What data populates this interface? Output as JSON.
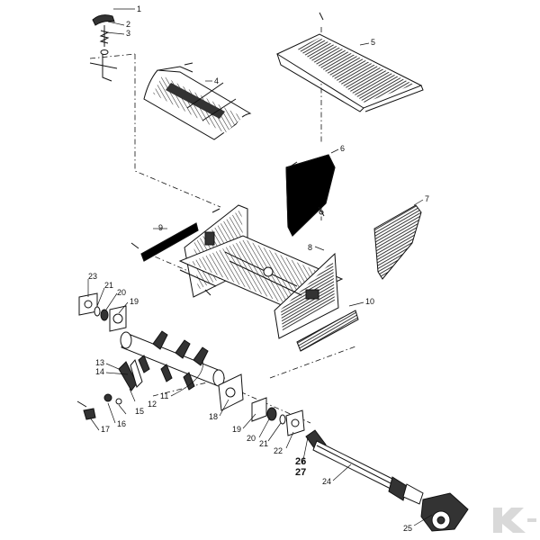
{
  "diagram": {
    "callouts": [
      {
        "id": "c1",
        "text": "1"
      },
      {
        "id": "c2",
        "text": "2"
      },
      {
        "id": "c3",
        "text": "3"
      },
      {
        "id": "c4",
        "text": "4"
      },
      {
        "id": "c5",
        "text": "5"
      },
      {
        "id": "c6",
        "text": "6"
      },
      {
        "id": "c7",
        "text": "7"
      },
      {
        "id": "c8",
        "text": "8"
      },
      {
        "id": "c9",
        "text": "9"
      },
      {
        "id": "c10",
        "text": "10"
      },
      {
        "id": "c11",
        "text": "11"
      },
      {
        "id": "c12",
        "text": "12"
      },
      {
        "id": "c13",
        "text": "13"
      },
      {
        "id": "c14",
        "text": "14"
      },
      {
        "id": "c15",
        "text": "15"
      },
      {
        "id": "c16",
        "text": "16"
      },
      {
        "id": "c17",
        "text": "17"
      },
      {
        "id": "c18",
        "text": "18"
      },
      {
        "id": "c19a",
        "text": "19"
      },
      {
        "id": "c20a",
        "text": "20"
      },
      {
        "id": "c21a",
        "text": "21"
      },
      {
        "id": "c23",
        "text": "23"
      },
      {
        "id": "c19b",
        "text": "19"
      },
      {
        "id": "c20b",
        "text": "20"
      },
      {
        "id": "c21b",
        "text": "21"
      },
      {
        "id": "c22",
        "text": "22"
      },
      {
        "id": "c24",
        "text": "24"
      },
      {
        "id": "c25",
        "text": "25"
      },
      {
        "id": "c26",
        "text": "26"
      },
      {
        "id": "c27",
        "text": "27"
      }
    ],
    "brand_icon": "kramp-k-logo-icon",
    "colors": {
      "ink": "#111111",
      "background": "#ffffff",
      "logo": "#d9d9d9"
    }
  }
}
